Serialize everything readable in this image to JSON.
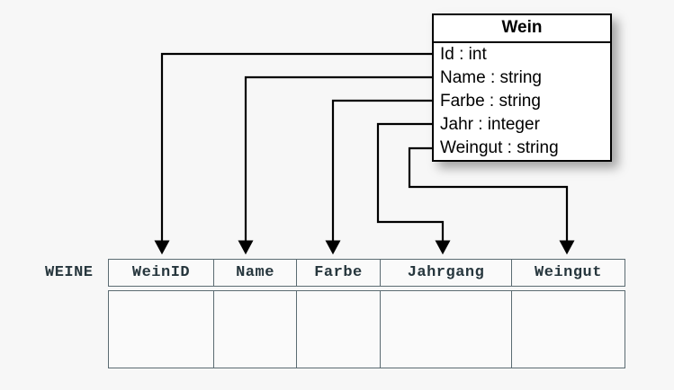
{
  "diagram": {
    "title": "Wein class to WEINE table mapping",
    "background_color": "#f7f7f7",
    "line_color": "#000000",
    "table_border_color": "#5b6b72",
    "table_text_color": "#26363d"
  },
  "uml_class": {
    "name": "Wein",
    "attributes": [
      {
        "label": "Id : int",
        "name": "Id",
        "type": "int"
      },
      {
        "label": "Name : string",
        "name": "Name",
        "type": "string"
      },
      {
        "label": "Farbe : string",
        "name": "Farbe",
        "type": "string"
      },
      {
        "label": "Jahr : integer",
        "name": "Jahr",
        "type": "integer"
      },
      {
        "label": "Weingut : string",
        "name": "Weingut",
        "type": "string"
      }
    ]
  },
  "relation": {
    "label": "WEINE",
    "columns": [
      {
        "header": "WeinID"
      },
      {
        "header": "Name"
      },
      {
        "header": "Farbe"
      },
      {
        "header": "Jahrgang"
      },
      {
        "header": "Weingut"
      }
    ],
    "rows": [
      [
        "",
        "",
        "",
        "",
        ""
      ]
    ]
  },
  "mappings": [
    {
      "from": "Id",
      "to": "WeinID"
    },
    {
      "from": "Name",
      "to": "Name"
    },
    {
      "from": "Farbe",
      "to": "Farbe"
    },
    {
      "from": "Jahr",
      "to": "Jahrgang"
    },
    {
      "from": "Weingut",
      "to": "Weingut"
    }
  ]
}
